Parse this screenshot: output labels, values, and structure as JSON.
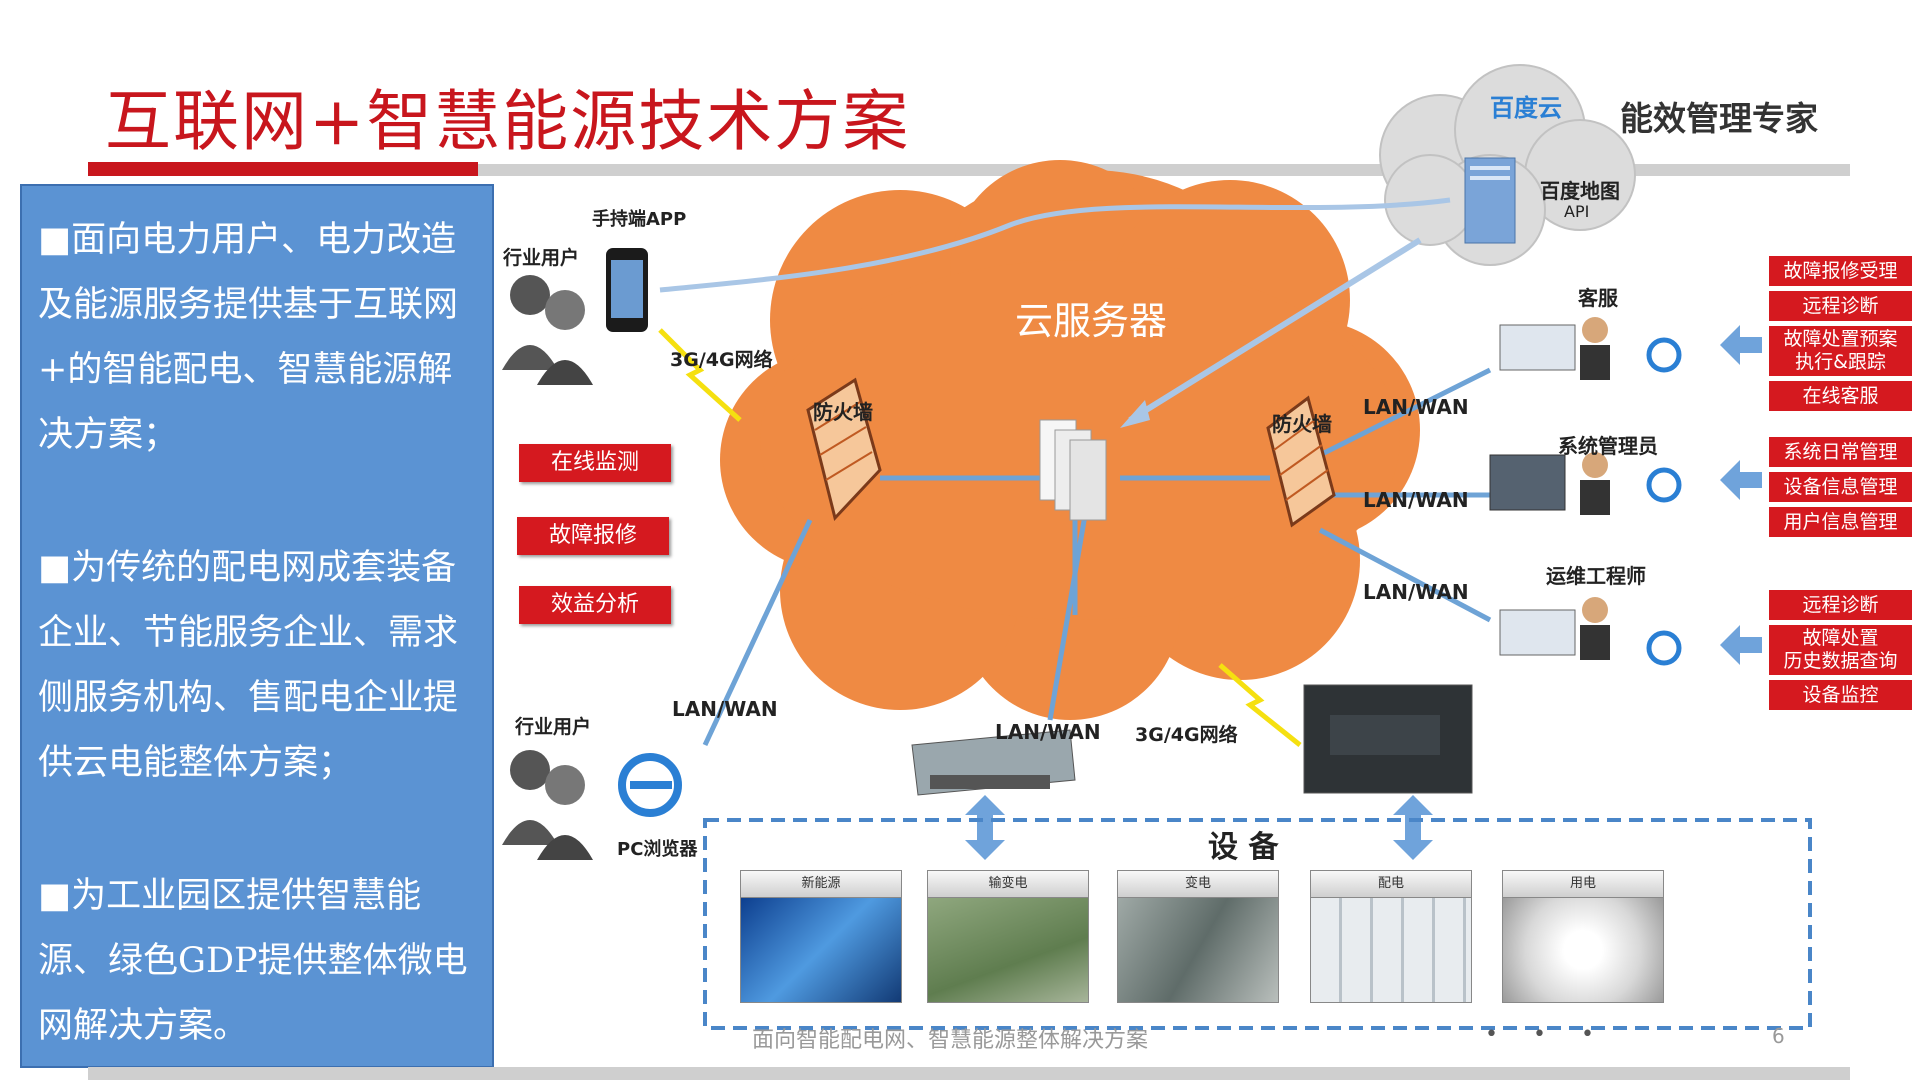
{
  "title": "互联网+智慧能源技术方案",
  "header": {
    "baidu_cloud": "百度云",
    "brand_suffix": "能效管理专家",
    "baidu_map": "百度地图",
    "api": "API"
  },
  "left_panel": {
    "bullets": [
      "■面向电力用户、电力改造及能源服务提供基于互联网+的智能配电、智慧能源解决方案；",
      "■为传统的配电网成套装备企业、节能服务企业、需求侧服务机构、售配电企业提供云电能整体方案；",
      "■为工业园区提供智慧能源、绿色GDP提供整体微电网解决方案。"
    ]
  },
  "diagram": {
    "cloud_label": "云服务器",
    "handheld_app": "手持端APP",
    "industry_user_top": "行业用户",
    "industry_user_bottom": "行业用户",
    "pc_browser": "PC浏览器",
    "network_3g4g_top": "3G/4G网络",
    "network_3g4g_bottom": "3G/4G网络",
    "firewall_left": "防火墙",
    "firewall_right": "防火墙",
    "lan_wan_1": "LAN/WAN",
    "lan_wan_2": "LAN/WAN",
    "lan_wan_3": "LAN/WAN",
    "lan_wan_left": "LAN/WAN",
    "lan_wan_bottom": "LAN/WAN",
    "functions": [
      "在线监测",
      "故障报修",
      "效益分析"
    ],
    "roles": {
      "customer_service": "客服",
      "sys_admin": "系统管理员",
      "ops_engineer": "运维工程师"
    },
    "cs_tasks": [
      "故障报修受理",
      "远程诊断",
      "故障处置预案\n执行&跟踪",
      "在线客服"
    ],
    "admin_tasks": [
      "系统日常管理",
      "设备信息管理",
      "用户信息管理"
    ],
    "ops_tasks": [
      "远程诊断",
      "故障处置\n历史数据查询",
      "设备监控"
    ],
    "equipment_title": "设 备",
    "equipment": [
      "新能源",
      "输变电",
      "变电",
      "配电",
      "用电"
    ]
  },
  "footer": {
    "text": "面向智能配电网、智慧能源整体解决方案",
    "dots": "• • •",
    "page": "6"
  },
  "colors": {
    "title_red": "#c8161d",
    "panel_blue": "#5b93d3",
    "cloud_orange": "#ef8a43",
    "tag_red": "#d5191f",
    "dashed_blue": "#4a86c8"
  }
}
